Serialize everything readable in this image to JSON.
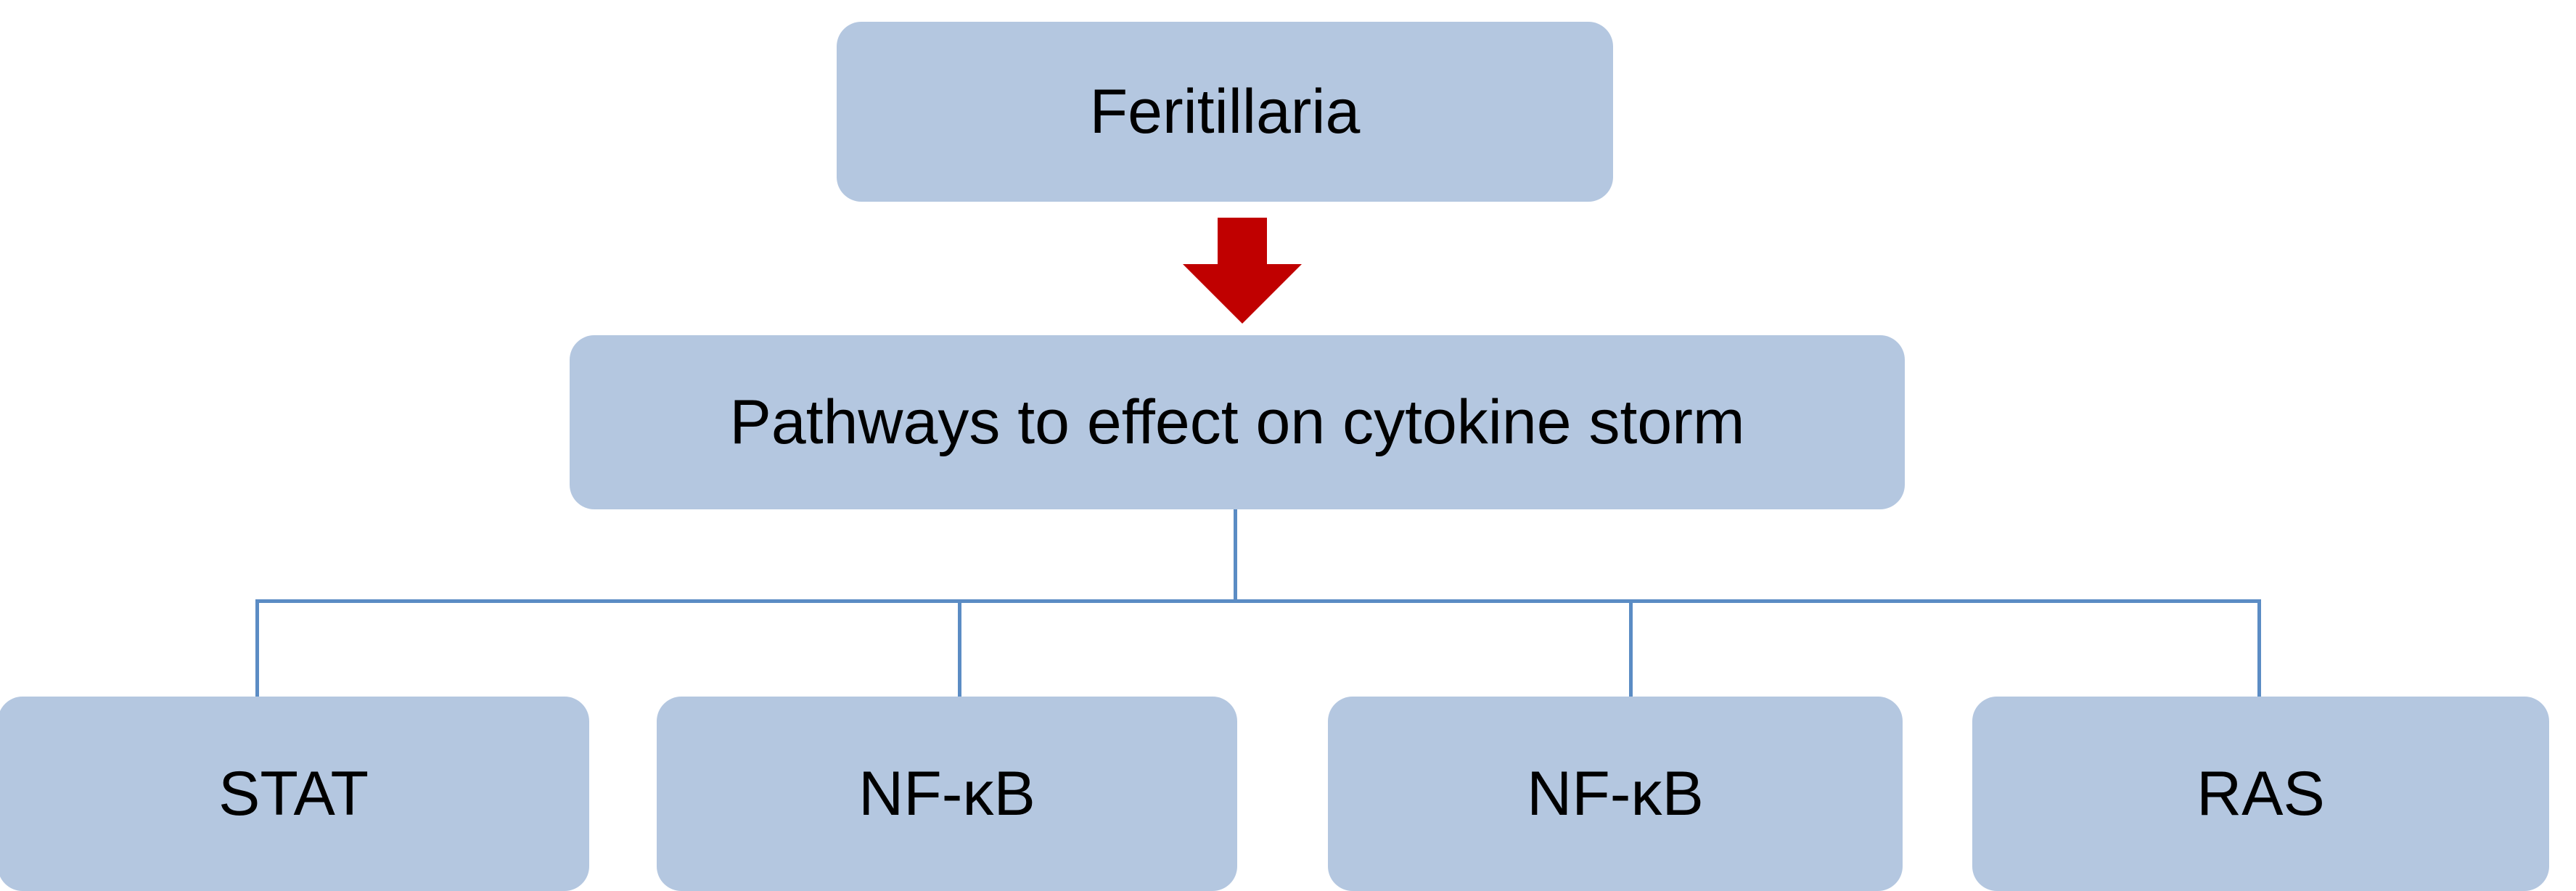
{
  "diagram": {
    "type": "flowchart",
    "background_color": "#ffffff",
    "node_fill_color": "#b4c7e0",
    "node_text_color": "#000000",
    "connector_color": "#5b8cc4",
    "arrow_color": "#c00000",
    "root": {
      "label": "Feritillaria"
    },
    "arrow": {
      "name": "down-arrow",
      "direction": "down",
      "color": "#c00000"
    },
    "branch": {
      "label": "Pathways to effect on cytokine storm"
    },
    "leaves": [
      {
        "label": "STAT"
      },
      {
        "label": "NF-κB"
      },
      {
        "label": "NF-κB"
      },
      {
        "label": "RAS"
      }
    ]
  }
}
